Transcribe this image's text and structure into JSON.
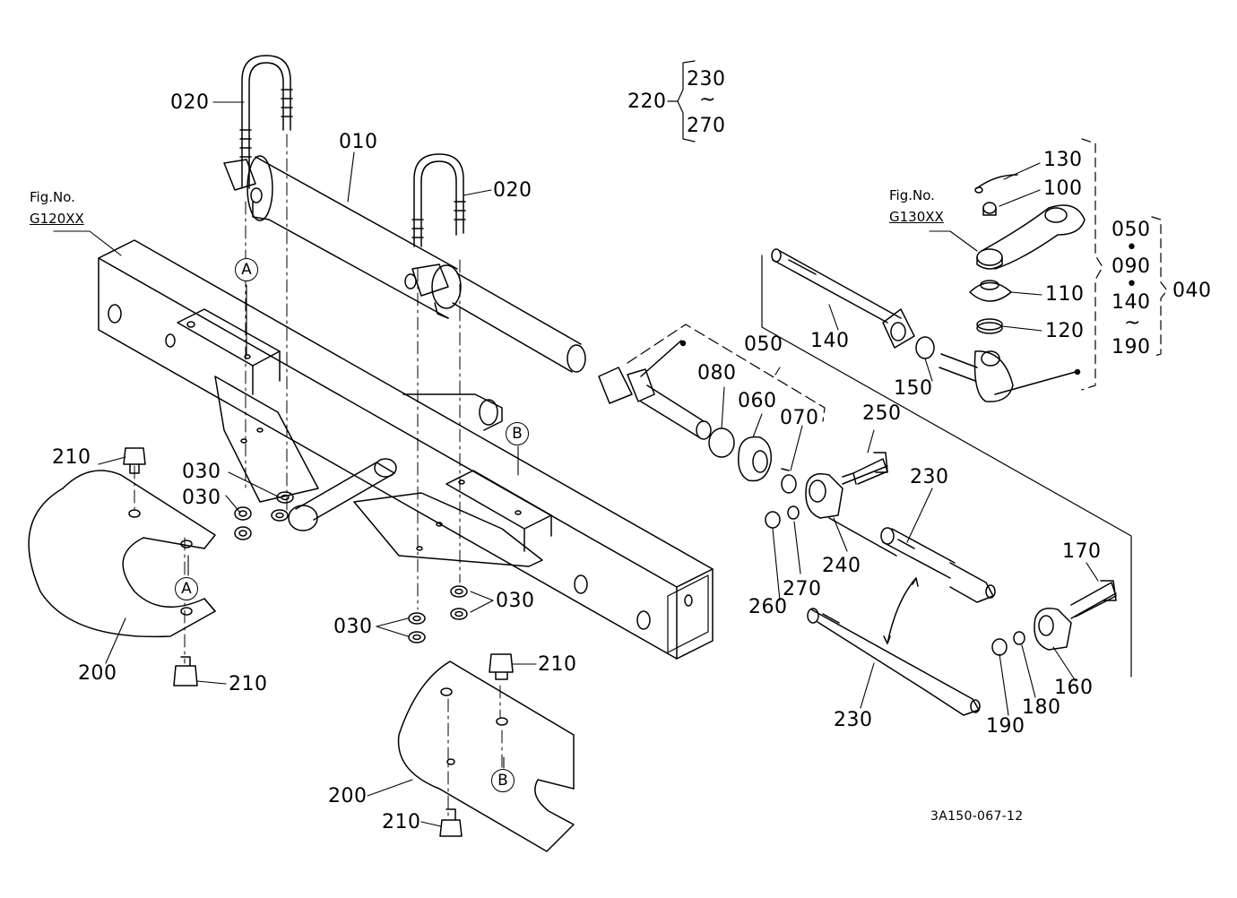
{
  "figure_code": "3A150-067-12",
  "refs": {
    "g120_line1": "Fig.No.",
    "g120_line2": "G120XX",
    "g130_line1": "Fig.No.",
    "g130_line2": "G130XX"
  },
  "markers": {
    "a": "A",
    "b": "B"
  },
  "symbols": {
    "tilde": "~",
    "dot": "•"
  },
  "parts": {
    "p010": "010",
    "p020": "020",
    "p030": "030",
    "p040": "040",
    "p050": "050",
    "p060": "060",
    "p070": "070",
    "p080": "080",
    "p090": "090",
    "p100": "100",
    "p110": "110",
    "p120": "120",
    "p130": "130",
    "p140": "140",
    "p150": "150",
    "p160": "160",
    "p170": "170",
    "p180": "180",
    "p190": "190",
    "p200": "200",
    "p210": "210",
    "p220": "220",
    "p230": "230",
    "p240": "240",
    "p250": "250",
    "p260": "260",
    "p270": "270"
  }
}
